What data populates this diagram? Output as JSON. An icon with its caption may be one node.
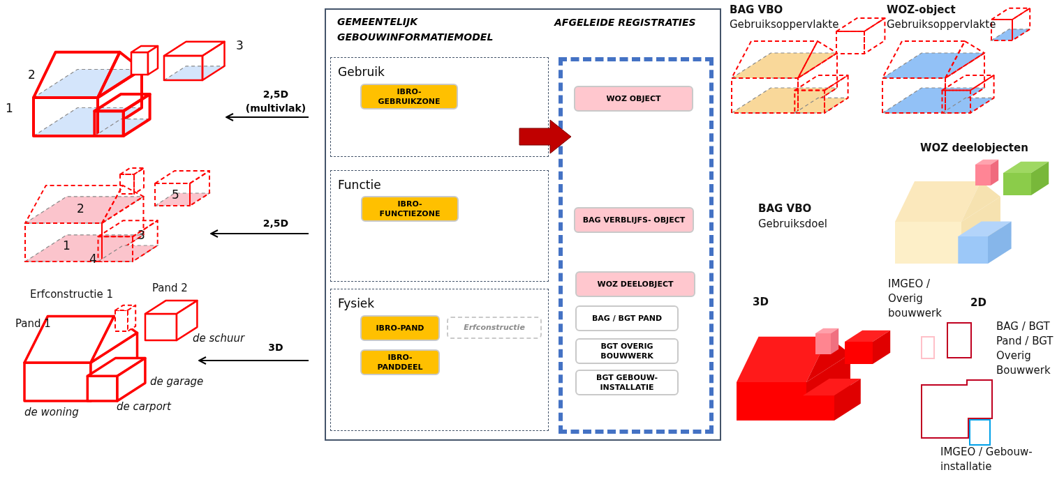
{
  "diagram": {
    "nodes": [
      {
        "text": [
          "GEMEENTELIJK GEBOUWINFORMATIEMODEL"
        ]
      },
      {
        "text": [
          "Gebruik"
        ],
        "in": 0
      },
      {
        "text": [
          "IBRO- GEBRUIKZONE"
        ],
        "in": 1
      },
      {
        "text": [
          "Functie"
        ],
        "in": 0
      },
      {
        "text": [
          "IBRO- FUNCTIEZONE"
        ],
        "in": 3
      },
      {
        "text": [
          "Fysiek"
        ],
        "in": 0
      },
      {
        "text": [
          "IBRO-PAND"
        ],
        "in": 5
      },
      {
        "text": [
          "Erfconstructie"
        ],
        "in": 5
      },
      {
        "text": [
          "IBRO- PANDDEEL"
        ],
        "in": 5
      },
      {
        "text": [
          "AFGELEIDE REGISTRATIES"
        ],
        "in": 0
      },
      {
        "text": [
          "WOZ OBJECT"
        ],
        "in": 9
      },
      {
        "text": [
          "BAG VERBLIJFS- OBJECT"
        ],
        "in": 9
      },
      {
        "text": [
          "WOZ DEELOBJECT"
        ],
        "in": 9
      },
      {
        "text": [
          "BAG / BGT PAND"
        ],
        "in": 9
      },
      {
        "text": [
          "BGT OVERIG BOUWWERK"
        ],
        "in": 9
      },
      {
        "text": [
          "BGT GEBOUW- INSTALLATIE"
        ],
        "in": 9
      },
      {
        "text": [
          "1",
          "2",
          "3"
        ]
      },
      {
        "text": [
          "5",
          "2",
          "3",
          "1",
          "4"
        ]
      },
      {
        "text": [
          "Erfconstructie 1",
          "Pand 2",
          "Pand 1",
          "de schuur",
          "de garage",
          "de carport",
          "de woning"
        ]
      }
    ],
    "edges": [
      {
        "from": null,
        "to": 16,
        "arrow": "to",
        "label": "2,5D (multivlak)"
      },
      {
        "from": null,
        "to": 17,
        "arrow": "to",
        "label": "2,5D"
      },
      {
        "from": null,
        "to": 18,
        "arrow": "to",
        "label": "3D"
      },
      {
        "from": 1,
        "to": 9,
        "arrow": "to",
        "style": "thick",
        "color": "#c00000"
      }
    ],
    "labels": [
      "BAG VBO",
      "Gebruiksoppervlakte",
      "WOZ-object",
      "Gebruiksoppervlakte",
      "WOZ deelobjecten",
      "BAG VBO",
      "Gebruiksdoel",
      "IMGEO / Overig bouwwerk",
      "3D",
      "2D",
      "BAG / BGT Pand / BGT Overig Bouwwerk",
      "IMGEO / Gebouw- installatie"
    ]
  }
}
